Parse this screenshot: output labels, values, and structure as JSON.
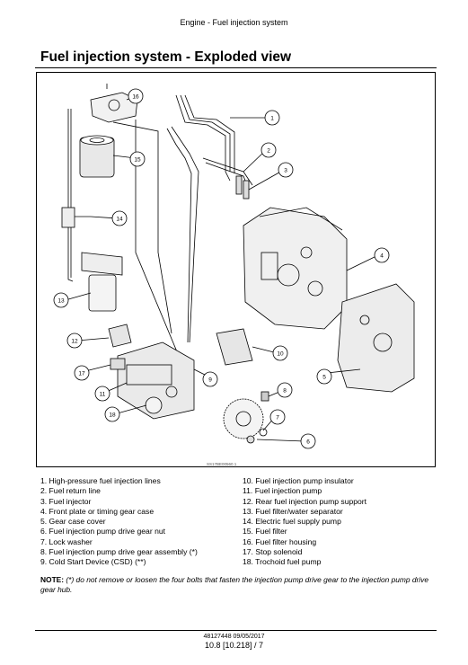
{
  "header": {
    "text": "Engine - Fuel injection system"
  },
  "title": "Fuel injection system - Exploded view",
  "figure": {
    "code": "SS17BE00560 1",
    "callouts": [
      "1",
      "2",
      "3",
      "4",
      "5",
      "6",
      "7",
      "8",
      "9",
      "10",
      "11",
      "12",
      "13",
      "14",
      "15",
      "16",
      "17",
      "18"
    ]
  },
  "legend": {
    "left": [
      "1. High-pressure fuel injection lines",
      "2. Fuel return line",
      "3. Fuel injector",
      "4. Front plate or timing gear case",
      "5. Gear case cover",
      "6. Fuel injection pump drive gear nut",
      "7. Lock washer",
      "8. Fuel injection pump drive gear assembly (*)",
      "9. Cold Start Device (CSD) (**)"
    ],
    "right": [
      "10. Fuel injection pump insulator",
      "11. Fuel injection pump",
      "12. Rear fuel injection pump support",
      "13. Fuel filter/water separator",
      "14. Electric fuel supply pump",
      "15. Fuel filter",
      "16. Fuel filter housing",
      "17. Stop solenoid",
      "18. Trochoid fuel pump"
    ]
  },
  "note": {
    "label": "NOTE:",
    "text": " (*) do not remove or loosen the four bolts that fasten the injection pump drive gear to the injection pump drive gear hub."
  },
  "footer": {
    "doc": "48127448 09/05/2017",
    "page": "10.8 [10.218] / 7"
  }
}
